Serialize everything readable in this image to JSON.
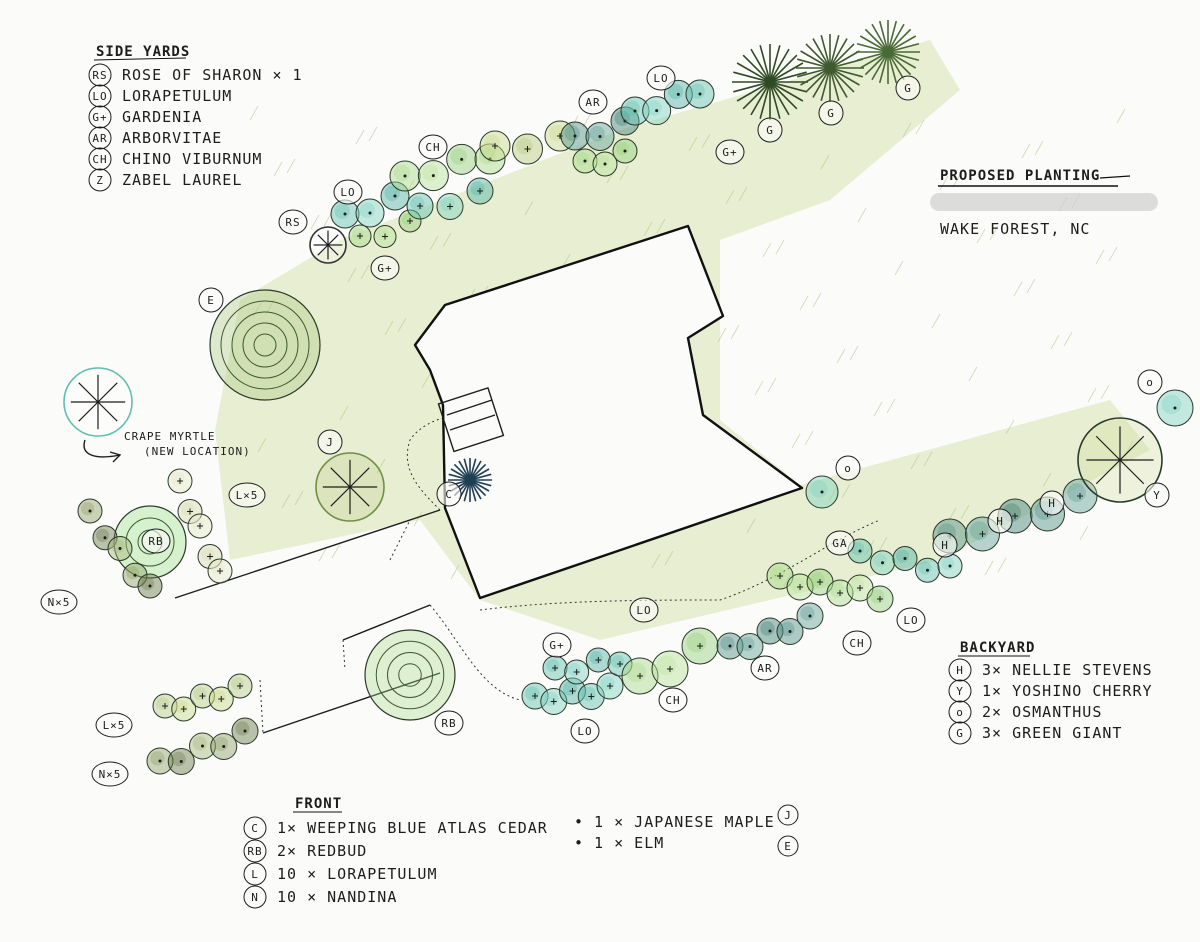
{
  "title": {
    "main": "PROPOSED PLANTING",
    "location": "WAKE FOREST, NC"
  },
  "legends": {
    "side_yards": {
      "heading": "SIDE YARDS",
      "items": [
        {
          "code": "RS",
          "label": "ROSE OF SHARON × 1"
        },
        {
          "code": "LO",
          "label": "LORAPETULUM"
        },
        {
          "code": "G+",
          "label": "GARDENIA"
        },
        {
          "code": "AR",
          "label": "ARBORVITAE"
        },
        {
          "code": "CH",
          "label": "CHINO VIBURNUM"
        },
        {
          "code": "Z",
          "label": "ZABEL LAUREL"
        }
      ]
    },
    "backyard": {
      "heading": "BACKYARD",
      "items": [
        {
          "code": "H",
          "label": "3× NELLIE STEVENS"
        },
        {
          "code": "Y",
          "label": "1× YOSHINO CHERRY"
        },
        {
          "code": "o",
          "label": "2× OSMANTHUS"
        },
        {
          "code": "G",
          "label": "3× GREEN GIANT"
        }
      ]
    },
    "front": {
      "heading": "FRONT",
      "items": [
        {
          "code": "C",
          "label": "1× WEEPING BLUE ATLAS CEDAR"
        },
        {
          "code": "RB",
          "label": "2× REDBUD"
        },
        {
          "code": "L",
          "label": "10 × LORAPETULUM"
        },
        {
          "code": "N",
          "label": "10 × NANDINA"
        }
      ],
      "extra": [
        {
          "code": "J",
          "label": "• 1 × JAPANESE MAPLE"
        },
        {
          "code": "E",
          "label": "• 1 × ELM"
        }
      ]
    }
  },
  "annotations": {
    "crape_myrtle": "CRAPE MYRTLE",
    "crape_myrtle_note": "(NEW LOCATION)"
  },
  "plant_labels": {
    "rs": "RS",
    "lo_left": "LO",
    "gp_left": "G+",
    "ch_top": "CH",
    "ar_top": "AR",
    "lo_top": "LO",
    "gp_top": "G+",
    "g1": "G",
    "g2": "G",
    "g3": "G",
    "e": "E",
    "j": "J",
    "c": "C",
    "rb_front": "RB",
    "l5_top": "L×5",
    "n5_top": "N×5",
    "l5_bottom": "L×5",
    "n5_bottom": "N×5",
    "rb_bottom": "RB",
    "ga": "GA",
    "lo_mid": "LO",
    "lo_right": "LO",
    "ch_right": "CH",
    "ar_bottom": "AR",
    "gp_bottom": "G+",
    "ch_bottom": "CH",
    "lo_bottom": "LO",
    "o_mid": "o",
    "o_top": "o",
    "y": "Y",
    "h1": "H",
    "h2": "H",
    "h3": "H"
  },
  "colors": {
    "ink": "#1d1d1d",
    "teal": "#5fbfb0",
    "light_green": "#a8d98a",
    "olive": "#8ea065",
    "dark_olive": "#6b7a4a",
    "dark_teal": "#4f8f86",
    "lawn": "#d9e3b2"
  }
}
